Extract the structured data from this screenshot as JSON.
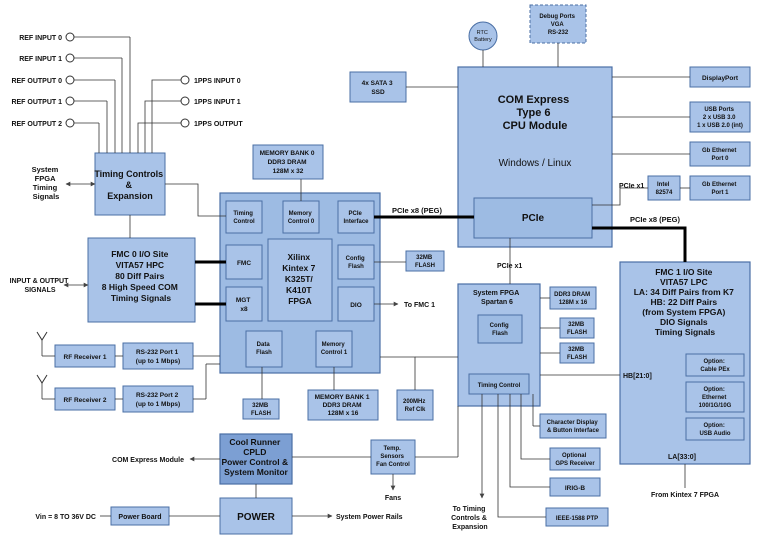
{
  "colors": {
    "box_fill": "#a9c3e8",
    "box_stroke": "#4a6fa5",
    "fpga_fill": "#9dbbe3",
    "dark_fill": "#7c9fd3",
    "line": "#333333",
    "bus": "#000000"
  },
  "ref": {
    "input0": "REF INPUT 0",
    "input1": "REF INPUT 1",
    "output0": "REF OUTPUT 0",
    "output1": "REF OUTPUT 1",
    "output2": "REF OUTPUT 2"
  },
  "pps": {
    "input0": "1PPS INPUT 0",
    "input1": "1PPS INPUT 1",
    "output": "1PPS OUTPUT"
  },
  "system_fpga_timing": [
    "System",
    "FPGA",
    "Timing",
    "Signals"
  ],
  "timing_controls": [
    "Timing Controls",
    "&",
    "Expansion"
  ],
  "fmc0": [
    "FMC 0 I/O Site",
    "VITA57 HPC",
    "80 Diff Pairs",
    "8 High Speed COM",
    "Timing Signals"
  ],
  "io_signals": [
    "INPUT & OUTPUT",
    "SIGNALS"
  ],
  "rf_rx1": "RF Receiver 1",
  "rf_rx2": "RF Receiver 2",
  "rs232_1": [
    "RS-232 Port 1",
    "(up to 1 Mbps)"
  ],
  "rs232_2": [
    "RS-232 Port 2",
    "(up to 1 Mbps)"
  ],
  "mem_bank0": [
    "MEMORY BANK 0",
    "DDR3 DRAM",
    "128M x 32"
  ],
  "mem_bank1": [
    "MEMORY BANK 1",
    "DDR3 DRAM",
    "128M x 16"
  ],
  "kintex": {
    "timing_control": [
      "Timing",
      "Control"
    ],
    "memory_control0": [
      "Memory",
      "Control 0"
    ],
    "pcie_interface": [
      "PCIe",
      "Interface"
    ],
    "fmc": "FMC",
    "center": [
      "Xilinx",
      "Kintex 7",
      "K325T/",
      "K410T",
      "FPGA"
    ],
    "config_flash": [
      "Config",
      "Flash"
    ],
    "mgt": [
      "MGT",
      "x8"
    ],
    "dio": "DIO",
    "data_flash": [
      "Data",
      "Flash"
    ],
    "memory_control1": [
      "Memory",
      "Control 1"
    ]
  },
  "flash_32mb_right": [
    "32MB",
    "FLASH"
  ],
  "flash_32mb_bottom": [
    "32MB",
    "FLASH"
  ],
  "to_fmc1": "To FMC 1",
  "ref_clk": [
    "200MHz",
    "Ref Clk"
  ],
  "rtc": [
    "RTC",
    "Battery"
  ],
  "debug_ports": [
    "Debug Ports",
    "VGA",
    "RS-232"
  ],
  "sata": [
    "4x SATA 3",
    "SSD"
  ],
  "com_express": [
    "COM Express",
    "Type 6",
    "CPU Module"
  ],
  "os": "Windows / Linux",
  "pcie": "PCIe",
  "displayport": "DisplayPort",
  "usb_ports": [
    "USB Ports",
    "2 x USB 3.0",
    "1 x USB 2.0 (int)"
  ],
  "gbe0": [
    "Gb Ethernet",
    "Port 0"
  ],
  "gbe1": [
    "Gb Ethernet",
    "Port 1"
  ],
  "intel": [
    "Intel",
    "82574"
  ],
  "pcie_x1_top": "PCIe x1",
  "pcie_x8_peg_top": "PCIe x8 (PEG)",
  "pcie_x8_peg_right": "PCIe x8 (PEG)",
  "pcie_x1_mid": "PCIe x1",
  "sys_fpga": [
    "System FPGA",
    "Spartan 6"
  ],
  "sys_config_flash": [
    "Config",
    "Flash"
  ],
  "sys_timing_control": "Timing Control",
  "ddr3_small": [
    "DDR3 DRAM",
    "128M x 16"
  ],
  "flash_a": [
    "32MB",
    "FLASH"
  ],
  "flash_b": [
    "32MB",
    "FLASH"
  ],
  "fmc1": [
    "FMC 1 I/O Site",
    "VITA57 LPC",
    "LA: 34 Diff Pairs from K7",
    "HB: 22 Diff Pairs",
    "(from System FPGA)",
    "DIO Signals",
    "Timing Signals"
  ],
  "opt_cable": [
    "Option:",
    "Cable PEx"
  ],
  "opt_eth": [
    "Option:",
    "Ethernet",
    "100/1G/10G"
  ],
  "opt_audio": [
    "Option:",
    "USB Audio"
  ],
  "hb": "HB[21:0]",
  "la": "LA[33:0]",
  "from_k7": "From Kintex 7 FPGA",
  "char_display": [
    "Character Display",
    "& Button Interface"
  ],
  "gps": [
    "Optional",
    "GPS Receiver"
  ],
  "irig": "IRIG-B",
  "ptp": "IEEE-1588 PTP",
  "to_timing": [
    "To Timing",
    "Controls &",
    "Expansion"
  ],
  "temp": [
    "Temp.",
    "Sensors",
    "Fan Control"
  ],
  "fans": "Fans",
  "cpld": [
    "Cool Runner",
    "CPLD",
    "Power Control &",
    "System Monitor"
  ],
  "com_module_label": "COM Express Module",
  "power": "POWER",
  "power_board": "Power Board",
  "vin": "Vin = 8 TO 36V DC",
  "sys_rails": "System Power Rails"
}
